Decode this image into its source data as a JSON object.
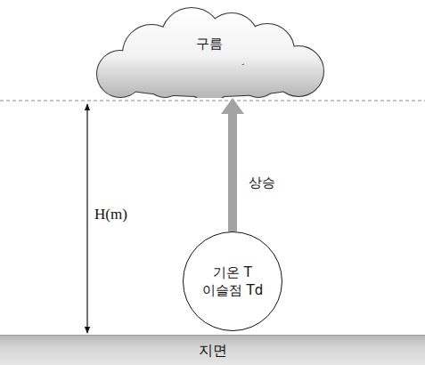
{
  "diagram": {
    "nodes": [
      {
        "text": [
          "구름"
        ]
      },
      {
        "text": [
          "기온 T",
          "이슬점 Td"
        ]
      },
      {
        "text": [
          "지면"
        ]
      }
    ],
    "edges": [
      {
        "from": 1,
        "to": 0,
        "arrow": "to",
        "label": "상승"
      }
    ],
    "labels": [
      "H(m)"
    ]
  }
}
